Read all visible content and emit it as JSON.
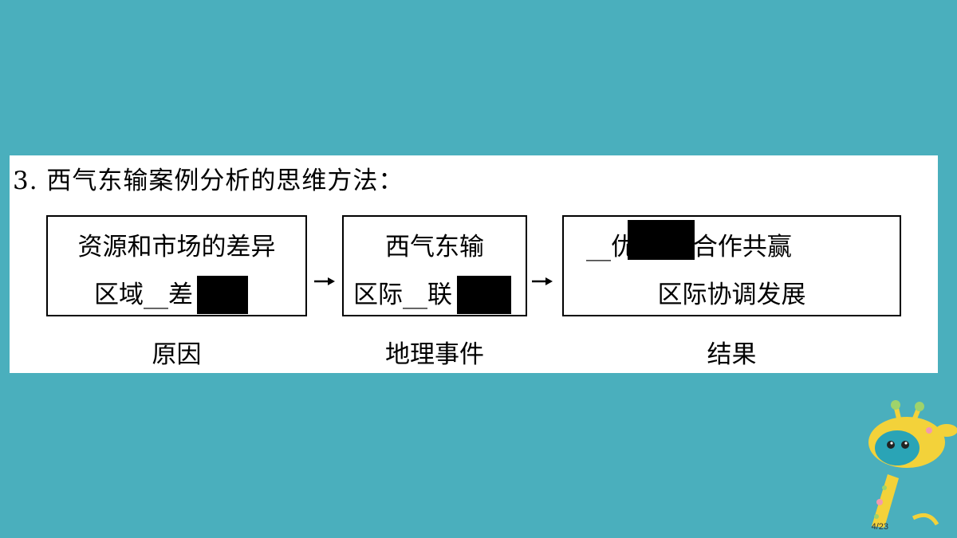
{
  "heading": "3. 西气东输案例分析的思维方法：",
  "boxes": [
    {
      "line1": "资源和市场的差异",
      "line2_prefix": "区域",
      "line2_visible": "__差"
    },
    {
      "line1": "西气东输",
      "line2_prefix": "区际",
      "line2_visible": "__联"
    },
    {
      "line1_visible": "__优",
      "line1_suffix": "互补,合作共赢",
      "line2": "区际协调发展"
    }
  ],
  "captions": [
    "原因",
    "地理事件",
    "结果"
  ],
  "page_number": "4/23"
}
